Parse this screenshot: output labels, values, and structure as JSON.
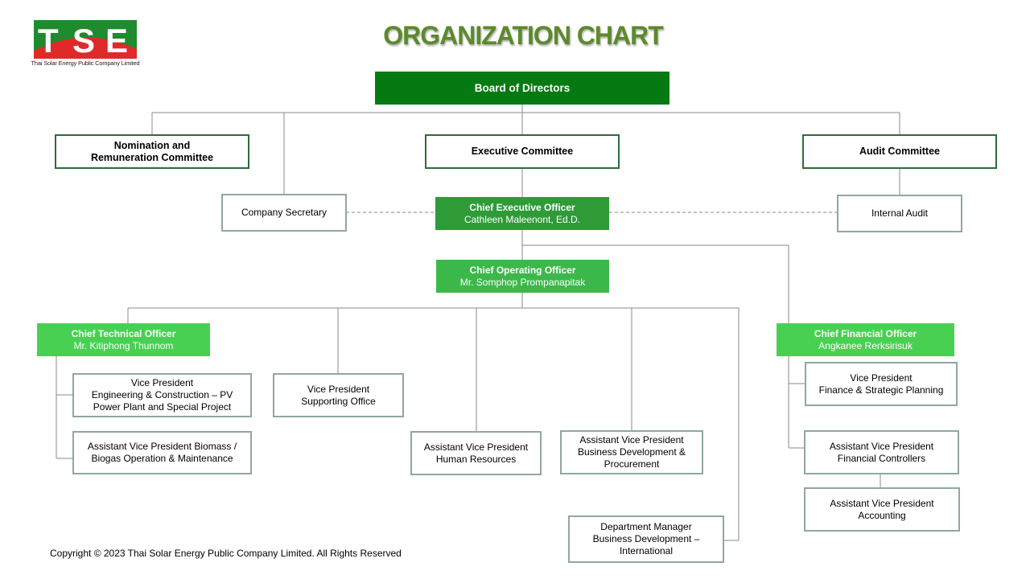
{
  "header": {
    "logo_letters": [
      "T",
      "S",
      "E"
    ],
    "logo_tagline": "Thai Solar Energy Public Company Limited",
    "title": "ORGANIZATION CHART"
  },
  "colors": {
    "board": "#067a12",
    "ceo": "#2f9b38",
    "coo": "#3cb84a",
    "cto_cfo": "#48d052",
    "title": "#5b8a2b",
    "logo_red": "#e02a2a",
    "logo_green": "#1f8a2e"
  },
  "nodes": {
    "board": {
      "title": "Board of Directors"
    },
    "nomination": {
      "line1": "Nomination  and",
      "line2": "Remuneration  Committee"
    },
    "executive": {
      "title": "Executive Committee"
    },
    "audit": {
      "title": "Audit  Committee"
    },
    "secretary": {
      "title": "Company Secretary"
    },
    "ceo": {
      "title": "Chief  Executive Officer",
      "name": "Cathleen  Maleenont,  Ed.D."
    },
    "internal_audit": {
      "title": "Internal Audit"
    },
    "coo": {
      "title": "Chief  Operating  Officer",
      "name": "Mr. Somphop  Prompanapitak"
    },
    "cto": {
      "title": "Chief  Technical  Officer",
      "name": "Mr. Kitiphong  Thunnom"
    },
    "cfo": {
      "title": "Chief  Financial  Officer",
      "name": "Angkanee  Rerksirisuk"
    },
    "vp_engineering": {
      "line1": "Vice President",
      "line2": "Engineering  & Construction – PV",
      "line3": "Power Plant and Special Project"
    },
    "avp_biomass": {
      "line1": "Assistant Vice President  Biomass /",
      "line2": "Biogas  Operation  & Maintenance"
    },
    "vp_supporting": {
      "line1": "Vice President",
      "line2": "Supporting  Office"
    },
    "avp_hr": {
      "line1": "Assistant Vice President",
      "line2": "Human Resources"
    },
    "avp_bd": {
      "line1": "Assistant Vice President",
      "line2": "Business Development  &",
      "line3": "Procurement"
    },
    "dm_bd": {
      "line1": "Department  Manager",
      "line2": "Business Development  –",
      "line3": "International"
    },
    "vp_finance": {
      "line1": "Vice President",
      "line2": "Finance & Strategic Planning"
    },
    "avp_fc": {
      "line1": "Assistant Vice President",
      "line2": "Financial Controllers"
    },
    "avp_acc": {
      "line1": "Assistant Vice President",
      "line2": "Accounting"
    }
  },
  "footer": {
    "copyright": "Copyright  © 2023  Thai Solar Energy Public Company Limited.  All Rights  Reserved"
  }
}
